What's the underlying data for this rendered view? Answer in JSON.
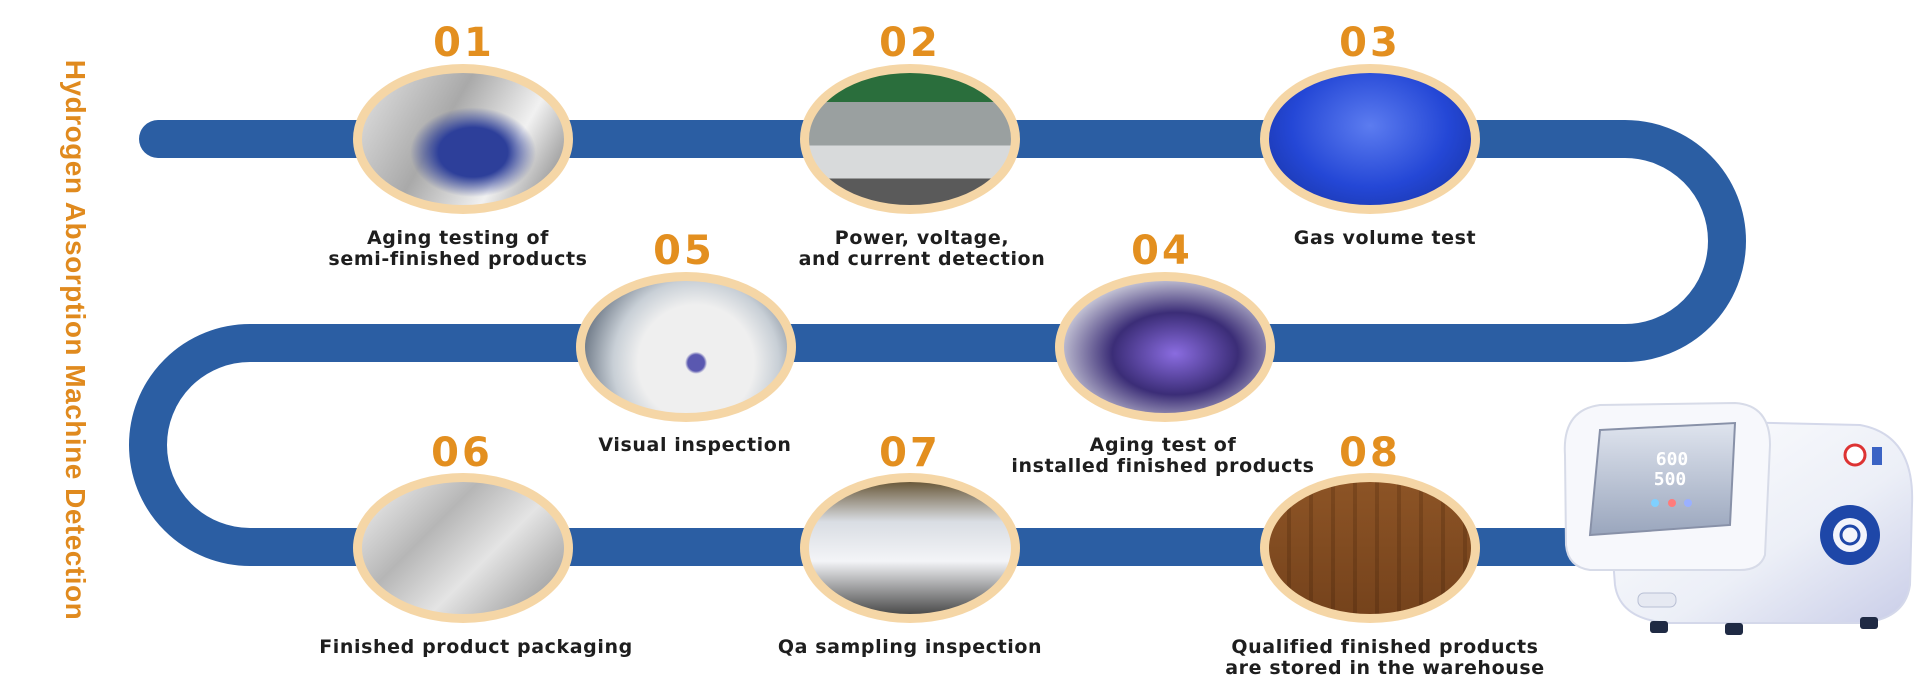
{
  "title": "Hydrogen Absorption Machine Detection",
  "colors": {
    "route": "#2b5ea3",
    "accent": "#e38f1f",
    "photo_ring": "#f5d6a6"
  },
  "steps": [
    {
      "number": "01",
      "label": [
        "Aging testing of",
        "semi-finished products"
      ]
    },
    {
      "number": "02",
      "label": [
        "Power, voltage,",
        "and current detection"
      ]
    },
    {
      "number": "03",
      "label": [
        "Gas volume test"
      ]
    },
    {
      "number": "04",
      "label": [
        "Aging test of",
        "installed finished products"
      ]
    },
    {
      "number": "05",
      "label": [
        "Visual inspection"
      ]
    },
    {
      "number": "06",
      "label": [
        "Finished product packaging"
      ]
    },
    {
      "number": "07",
      "label": [
        "Qa sampling inspection"
      ]
    },
    {
      "number": "08",
      "label": [
        "Qualified finished products",
        "are stored in the warehouse"
      ]
    }
  ],
  "device": {
    "screen_readout": [
      "600",
      "500"
    ]
  }
}
